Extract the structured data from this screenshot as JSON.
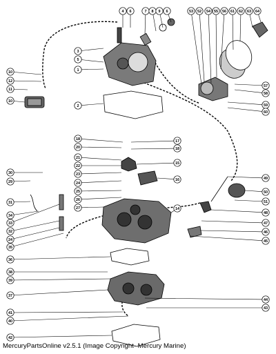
{
  "figure": {
    "caption": "MercuryPartsOnline v2.5.1 (Image Copyright- Mercury Marine)"
  },
  "callouts": [
    {
      "id": "c4",
      "label": "4"
    },
    {
      "id": "c6",
      "label": "6"
    },
    {
      "id": "c7",
      "label": "7"
    },
    {
      "id": "c8",
      "label": "8"
    },
    {
      "id": "c9",
      "label": "9"
    },
    {
      "id": "c6b",
      "label": "6"
    },
    {
      "id": "c3",
      "label": "3"
    },
    {
      "id": "c5",
      "label": "5"
    },
    {
      "id": "c1",
      "label": "1"
    },
    {
      "id": "c10",
      "label": "10"
    },
    {
      "id": "c12",
      "label": "12"
    },
    {
      "id": "c11",
      "label": "11"
    },
    {
      "id": "c10b",
      "label": "10"
    },
    {
      "id": "c2",
      "label": "2"
    },
    {
      "id": "c53",
      "label": "53"
    },
    {
      "id": "c52",
      "label": "52"
    },
    {
      "id": "c54",
      "label": "54"
    },
    {
      "id": "c55",
      "label": "55"
    },
    {
      "id": "c56",
      "label": "56"
    },
    {
      "id": "c61",
      "label": "61"
    },
    {
      "id": "c62",
      "label": "62"
    },
    {
      "id": "c63",
      "label": "63"
    },
    {
      "id": "c64",
      "label": "64"
    },
    {
      "id": "c57",
      "label": "57"
    },
    {
      "id": "c58",
      "label": "58"
    },
    {
      "id": "c59",
      "label": "59"
    },
    {
      "id": "c60",
      "label": "60"
    },
    {
      "id": "c18",
      "label": "18"
    },
    {
      "id": "c20",
      "label": "20"
    },
    {
      "id": "c17",
      "label": "17"
    },
    {
      "id": "c18b",
      "label": "18"
    },
    {
      "id": "c21",
      "label": "21"
    },
    {
      "id": "c22",
      "label": "22"
    },
    {
      "id": "c23",
      "label": "23"
    },
    {
      "id": "c15",
      "label": "15"
    },
    {
      "id": "c24",
      "label": "24"
    },
    {
      "id": "c16",
      "label": "16"
    },
    {
      "id": "c25",
      "label": "25"
    },
    {
      "id": "c26",
      "label": "26"
    },
    {
      "id": "c27",
      "label": "27"
    },
    {
      "id": "c14",
      "label": "14"
    },
    {
      "id": "c30",
      "label": "30"
    },
    {
      "id": "c29",
      "label": "29"
    },
    {
      "id": "c31",
      "label": "31"
    },
    {
      "id": "c34",
      "label": "34"
    },
    {
      "id": "c33",
      "label": "33"
    },
    {
      "id": "c32",
      "label": "32"
    },
    {
      "id": "c24b",
      "label": "24"
    },
    {
      "id": "c35",
      "label": "35"
    },
    {
      "id": "c49",
      "label": "49"
    },
    {
      "id": "c50",
      "label": "50"
    },
    {
      "id": "c51",
      "label": "51"
    },
    {
      "id": "c48",
      "label": "48"
    },
    {
      "id": "c47",
      "label": "47"
    },
    {
      "id": "c46",
      "label": "46"
    },
    {
      "id": "c45",
      "label": "45"
    },
    {
      "id": "c36",
      "label": "36"
    },
    {
      "id": "c38",
      "label": "38"
    },
    {
      "id": "c39",
      "label": "39"
    },
    {
      "id": "c37",
      "label": "37"
    },
    {
      "id": "c44",
      "label": "44"
    },
    {
      "id": "c43",
      "label": "43"
    },
    {
      "id": "c41",
      "label": "41"
    },
    {
      "id": "c40",
      "label": "40"
    },
    {
      "id": "c42",
      "label": "42"
    }
  ]
}
